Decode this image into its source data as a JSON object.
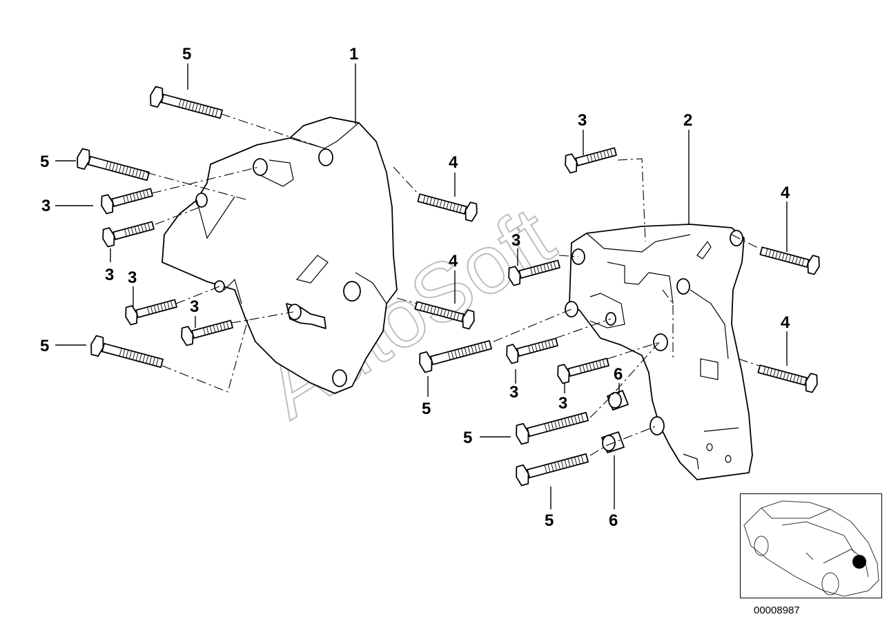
{
  "diagram": {
    "watermark": "AutoSoft",
    "reference_number": "00008987",
    "callouts": [
      {
        "id": "c1",
        "label": "1"
      },
      {
        "id": "c2",
        "label": "2"
      },
      {
        "id": "c3a",
        "label": "3"
      },
      {
        "id": "c3b",
        "label": "3"
      },
      {
        "id": "c3c",
        "label": "3"
      },
      {
        "id": "c3d",
        "label": "3"
      },
      {
        "id": "c3e",
        "label": "3"
      },
      {
        "id": "c3f",
        "label": "3"
      },
      {
        "id": "c3g",
        "label": "3"
      },
      {
        "id": "c3h",
        "label": "3"
      },
      {
        "id": "c4a",
        "label": "4"
      },
      {
        "id": "c4b",
        "label": "4"
      },
      {
        "id": "c4c",
        "label": "4"
      },
      {
        "id": "c4d",
        "label": "4"
      },
      {
        "id": "c5a",
        "label": "5"
      },
      {
        "id": "c5b",
        "label": "5"
      },
      {
        "id": "c5c",
        "label": "5"
      },
      {
        "id": "c5d",
        "label": "5"
      },
      {
        "id": "c5e",
        "label": "5"
      },
      {
        "id": "c6a",
        "label": "6"
      },
      {
        "id": "c6b",
        "label": "6"
      }
    ]
  }
}
